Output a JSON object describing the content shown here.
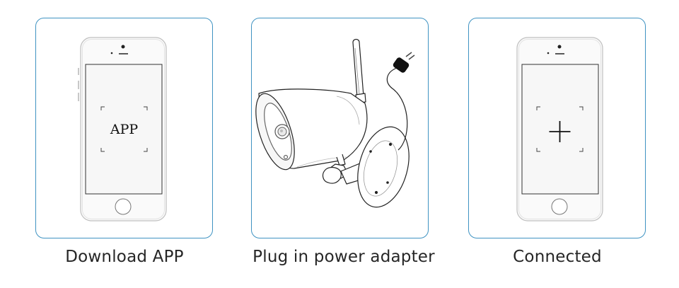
{
  "steps": [
    {
      "caption": "Download APP",
      "screen_text": "APP",
      "icon": "phone-with-app-icon"
    },
    {
      "caption": "Plug in power adapter",
      "icon": "bullet-camera-with-power-adapter-icon"
    },
    {
      "caption": "Connected",
      "icon": "phone-with-plus-icon"
    }
  ],
  "colors": {
    "card_border": "#3f93c2",
    "caption_text": "#262626"
  }
}
